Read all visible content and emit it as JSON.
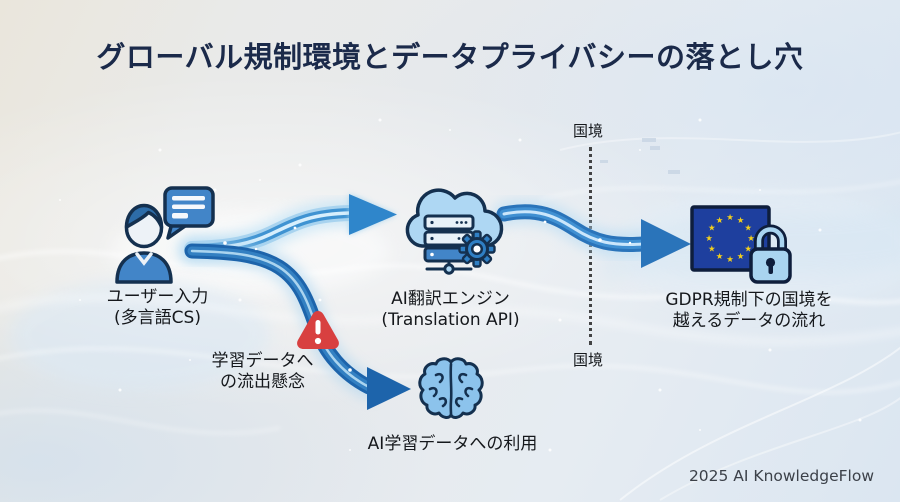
{
  "title": "グローバル規制環境とデータプライバシーの落とし穴",
  "diagram": {
    "user_node": {
      "line1": "ユーザー入力",
      "line2": "(多言語CS)"
    },
    "engine_node": {
      "line1": "AI翻訳エンジン",
      "line2": "(Translation API)"
    },
    "gdpr_node": {
      "line1": "GDPR規制下の国境を",
      "line2": "越えるデータの流れ"
    },
    "training_node": {
      "line1": "AI学習データへの利用"
    },
    "warning_label": {
      "line1": "学習データへ",
      "line2": "の流出懸念"
    },
    "border_top_label": "国境",
    "border_bottom_label": "国境"
  },
  "footer": "2025 AI KnowledgeFlow",
  "icons": {
    "user": "person-with-speech-bubble-icon",
    "engine": "cloud-server-gear-icon",
    "gdpr": "eu-flag-lock-icon",
    "training": "brain-icon",
    "warning": "warning-exclamation-icon"
  },
  "colors": {
    "title_navy": "#1b2a4a",
    "outline_navy": "#14304f",
    "accent_blue": "#2f86cb",
    "deep_arrow_blue": "#1d64ab",
    "icon_fill_blue": "#a9d4f0",
    "shirt_blue": "#4285c8",
    "flag_blue": "#1e3f9e",
    "star_yellow": "#f2cf1d",
    "warning_red": "#d84040"
  }
}
